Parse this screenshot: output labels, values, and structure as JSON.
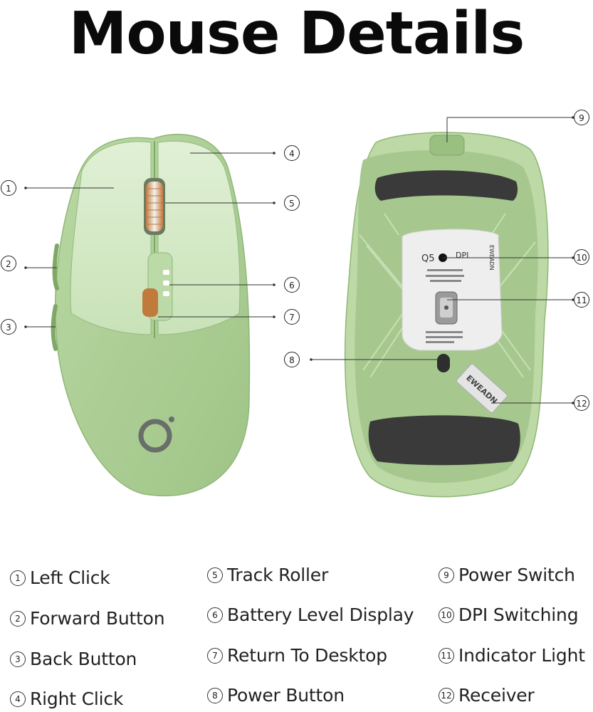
{
  "title": "Mouse Details",
  "colors": {
    "shell_light": "#cfe6c1",
    "shell": "#a9cc90",
    "shell_dark": "#8fb777",
    "roller_accent": "#d3883e",
    "pad": "#3a3a3a",
    "logo": "#6a6e6a"
  },
  "bottom_label": {
    "model": "Q5",
    "dpi": "DPI",
    "brand": "EWEADN",
    "receiver_brand": "EWEADN"
  },
  "callouts": [
    "1",
    "2",
    "3",
    "4",
    "5",
    "6",
    "7",
    "8",
    "9",
    "10",
    "11",
    "12"
  ],
  "legend": [
    {
      "num": "1",
      "label": "Left Click"
    },
    {
      "num": "2",
      "label": "Forward Button"
    },
    {
      "num": "3",
      "label": "Back Button"
    },
    {
      "num": "4",
      "label": "Right Click"
    },
    {
      "num": "5",
      "label": "Track Roller"
    },
    {
      "num": "6",
      "label": "Battery Level Display"
    },
    {
      "num": "7",
      "label": "Return To Desktop"
    },
    {
      "num": "8",
      "label": "Power Button"
    },
    {
      "num": "9",
      "label": "Power Switch"
    },
    {
      "num": "10",
      "label": "DPI Switching"
    },
    {
      "num": "11",
      "label": "Indicator Light"
    },
    {
      "num": "12",
      "label": "Receiver"
    }
  ]
}
